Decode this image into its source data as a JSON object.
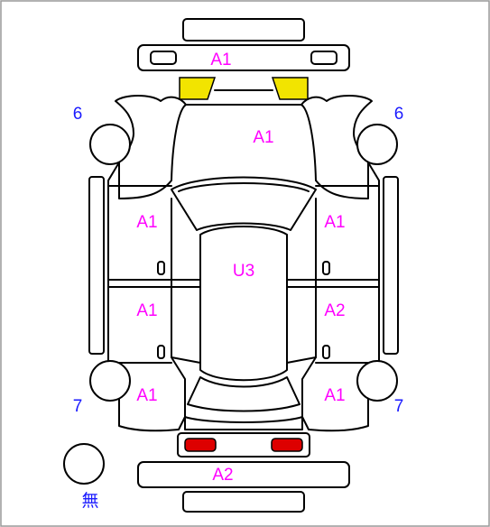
{
  "colors": {
    "grade": "#ff00ff",
    "number": "#1a1aff",
    "front_lights": "#f2e400",
    "rear_lights": "#dd0000",
    "frame_border": "#999999"
  },
  "labels": {
    "front_bumper": "A1",
    "hood": "A1",
    "left_front_door": "A1",
    "left_rear_door": "A1",
    "left_rear_fender": "A1",
    "right_front_door": "A1",
    "right_rear_door": "A2",
    "right_rear_fender": "A1",
    "roof": "U3",
    "rear_bumper": "A2",
    "front_left_wheel": "6",
    "front_right_wheel": "6",
    "rear_left_wheel": "7",
    "rear_right_wheel": "7",
    "spare_tire": "無"
  }
}
